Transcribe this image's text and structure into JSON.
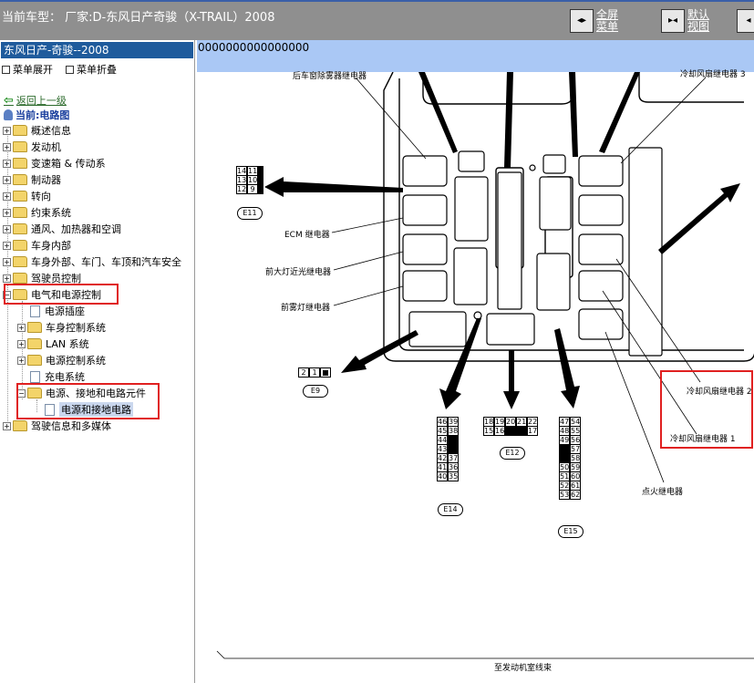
{
  "topbar": {
    "vehicle": "当前车型： 厂家:D-东风日产奇骏（X-TRAIL）2008",
    "fullscreen_line1": "全屏",
    "fullscreen_line2": "菜单",
    "default_line1": "默认",
    "default_line2": "视图"
  },
  "sidebar": {
    "title": "东风日产-奇骏--2008",
    "expand": "菜单展开",
    "collapse": "菜单折叠",
    "back": "返回上一级",
    "current": "当前:电路图",
    "items": [
      {
        "label": "概述信息"
      },
      {
        "label": "发动机"
      },
      {
        "label": "变速箱 & 传动系"
      },
      {
        "label": "制动器"
      },
      {
        "label": "转向"
      },
      {
        "label": "约束系统"
      },
      {
        "label": "通风、加热器和空调"
      },
      {
        "label": "车身内部"
      },
      {
        "label": "车身外部、车门、车顶和汽车安全"
      },
      {
        "label": "驾驶员控制"
      },
      {
        "label": "电气和电源控制"
      },
      {
        "label": "电源插座"
      },
      {
        "label": "车身控制系统"
      },
      {
        "label": "LAN 系统"
      },
      {
        "label": "电源控制系统"
      },
      {
        "label": "充电系统"
      },
      {
        "label": "电源、接地和电路元件"
      },
      {
        "label": "电源和接地电路"
      },
      {
        "label": "驾驶信息和多媒体"
      }
    ]
  },
  "main": {
    "header": "0000000000000000",
    "labels": {
      "rear_defogger": "后车窗除雾器继电器",
      "cooling_fan_3": "冷却风扇继电器 3",
      "ecm_relay": "ECM 继电器",
      "headlamp_relay": "前大灯近光继电器",
      "fog_relay": "前雾灯继电器",
      "cooling_fan_2": "冷却风扇继电器 2",
      "cooling_fan_1": "冷却风扇继电器 1",
      "ignition_relay": "点火继电器",
      "harness": "至发动机室线束"
    },
    "connectors": {
      "e11": "E11",
      "e9": "E9",
      "e14": "E14",
      "e12": "E12",
      "e15": "E15"
    },
    "pins": {
      "e11": [
        "14",
        "11",
        "13",
        "10",
        "12",
        "9"
      ],
      "e9": [
        "2",
        "1",
        ""
      ],
      "e14": [
        "46",
        "39",
        "45",
        "38",
        "44",
        "",
        "43",
        "",
        "42",
        "37",
        "41",
        "36",
        "40",
        "35"
      ],
      "e12": [
        "18",
        "19",
        "20",
        "21",
        "22",
        "15",
        "16",
        "",
        "",
        "17"
      ],
      "e15": [
        "47",
        "54",
        "48",
        "55",
        "49",
        "56",
        "",
        "57",
        "",
        "58",
        "50",
        "59",
        "51",
        "60",
        "52",
        "61",
        "53",
        "62"
      ]
    }
  }
}
